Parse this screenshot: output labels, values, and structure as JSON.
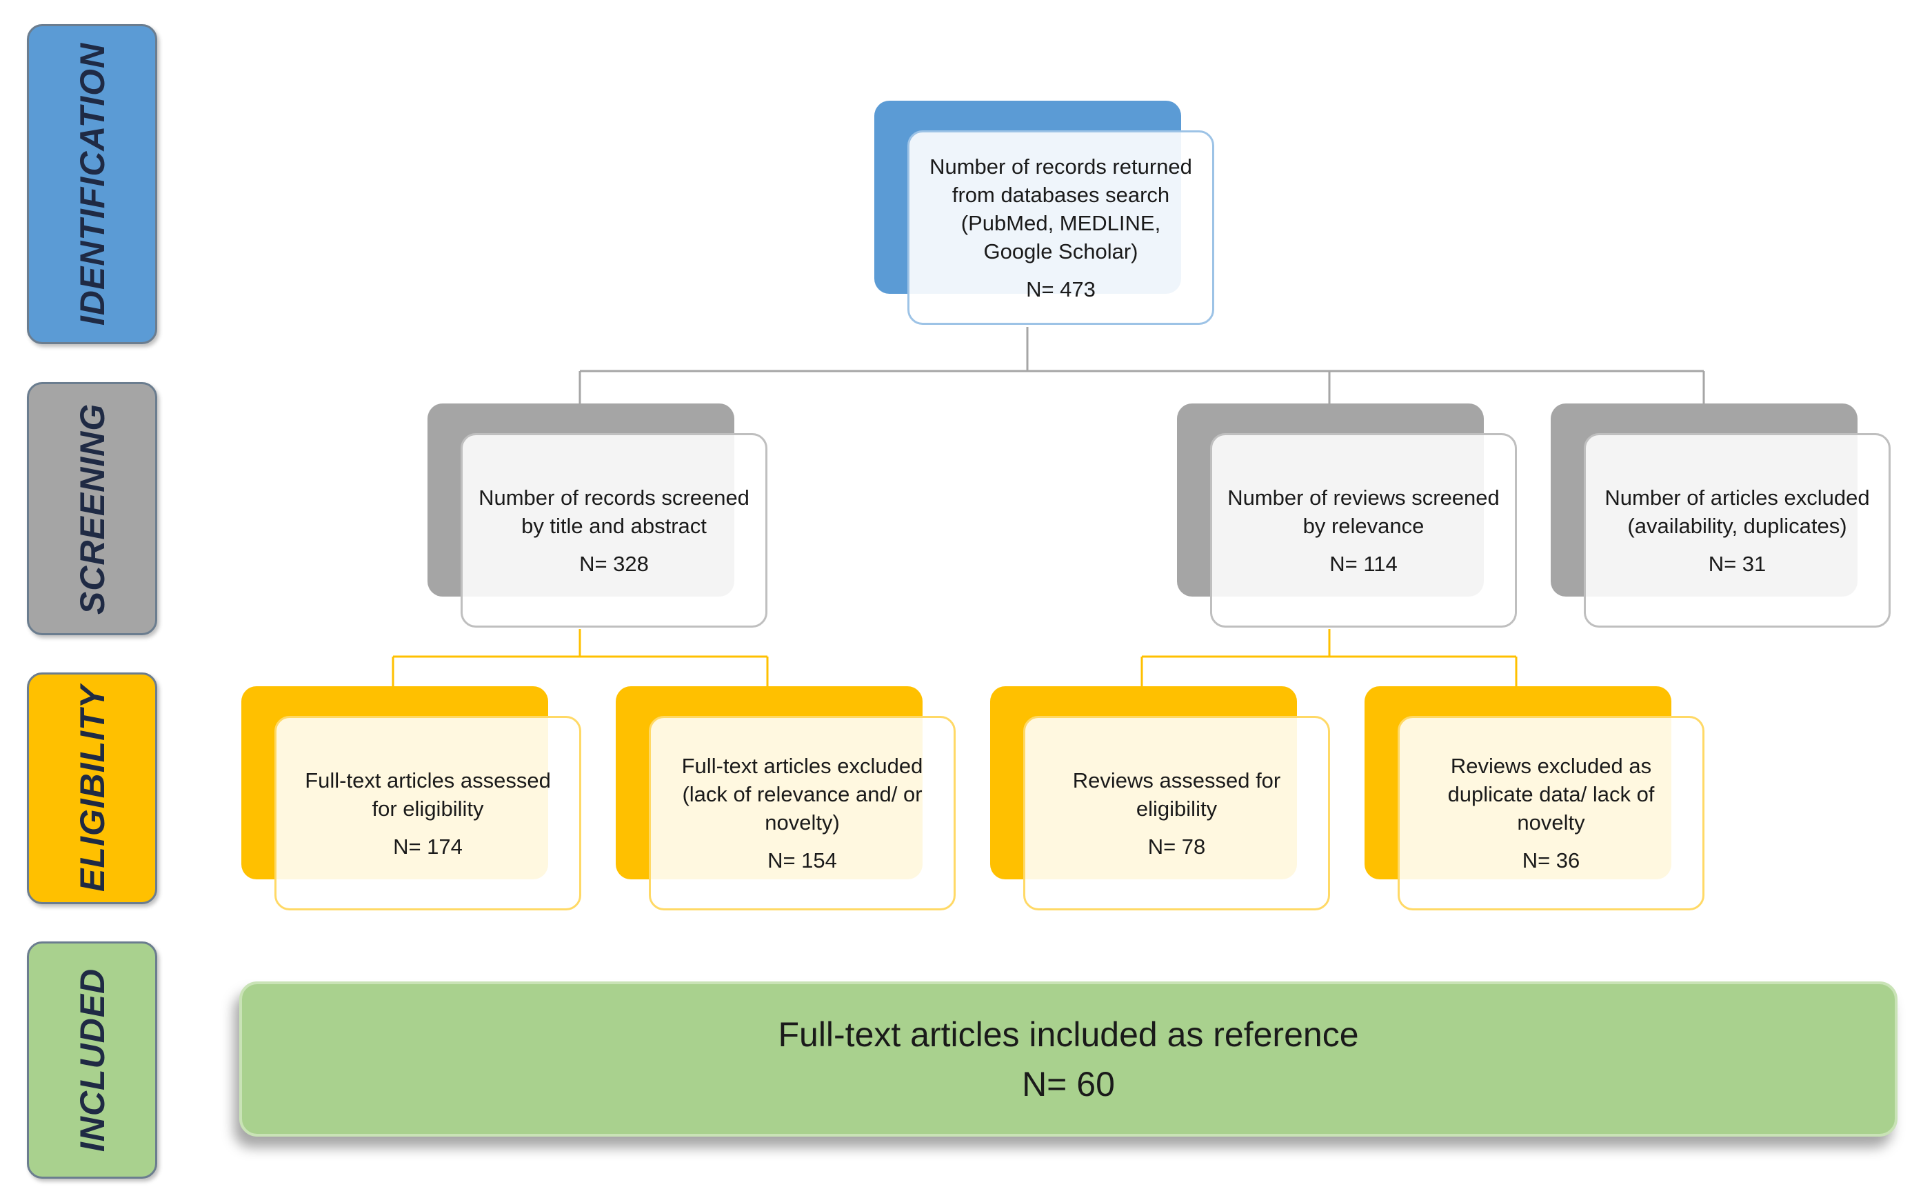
{
  "stages": {
    "identification": "IDENTIFICATION",
    "screening": "SCREENING",
    "eligibility": "ELIGIBILITY",
    "included": "INCLUDED"
  },
  "nodes": {
    "records_returned": {
      "text": "Number of records returned from databases search (PubMed, MEDLINE, Google Scholar)",
      "count": "N= 473"
    },
    "records_screened": {
      "text": "Number of records screened by title and abstract",
      "count": "N= 328"
    },
    "reviews_screened": {
      "text": "Number of reviews screened by relevance",
      "count": "N= 114"
    },
    "articles_excluded": {
      "text": "Number of articles excluded (availability, duplicates)",
      "count": "N= 31"
    },
    "fulltext_assessed": {
      "text": "Full-text articles assessed for eligibility",
      "count": "N= 174"
    },
    "fulltext_excluded": {
      "text": "Full-text articles excluded (lack of relevance and/ or novelty)",
      "count": "N= 154"
    },
    "reviews_assessed": {
      "text": "Reviews assessed for eligibility",
      "count": "N= 78"
    },
    "reviews_excluded": {
      "text": "Reviews excluded as duplicate data/ lack of novelty",
      "count": "N= 36"
    },
    "included": {
      "text": "Full-text articles included as reference",
      "count": "N= 60"
    }
  },
  "colors": {
    "identification": "#5b9bd5",
    "screening": "#a5a5a5",
    "eligibility": "#ffc000",
    "included": "#a9d18e"
  }
}
